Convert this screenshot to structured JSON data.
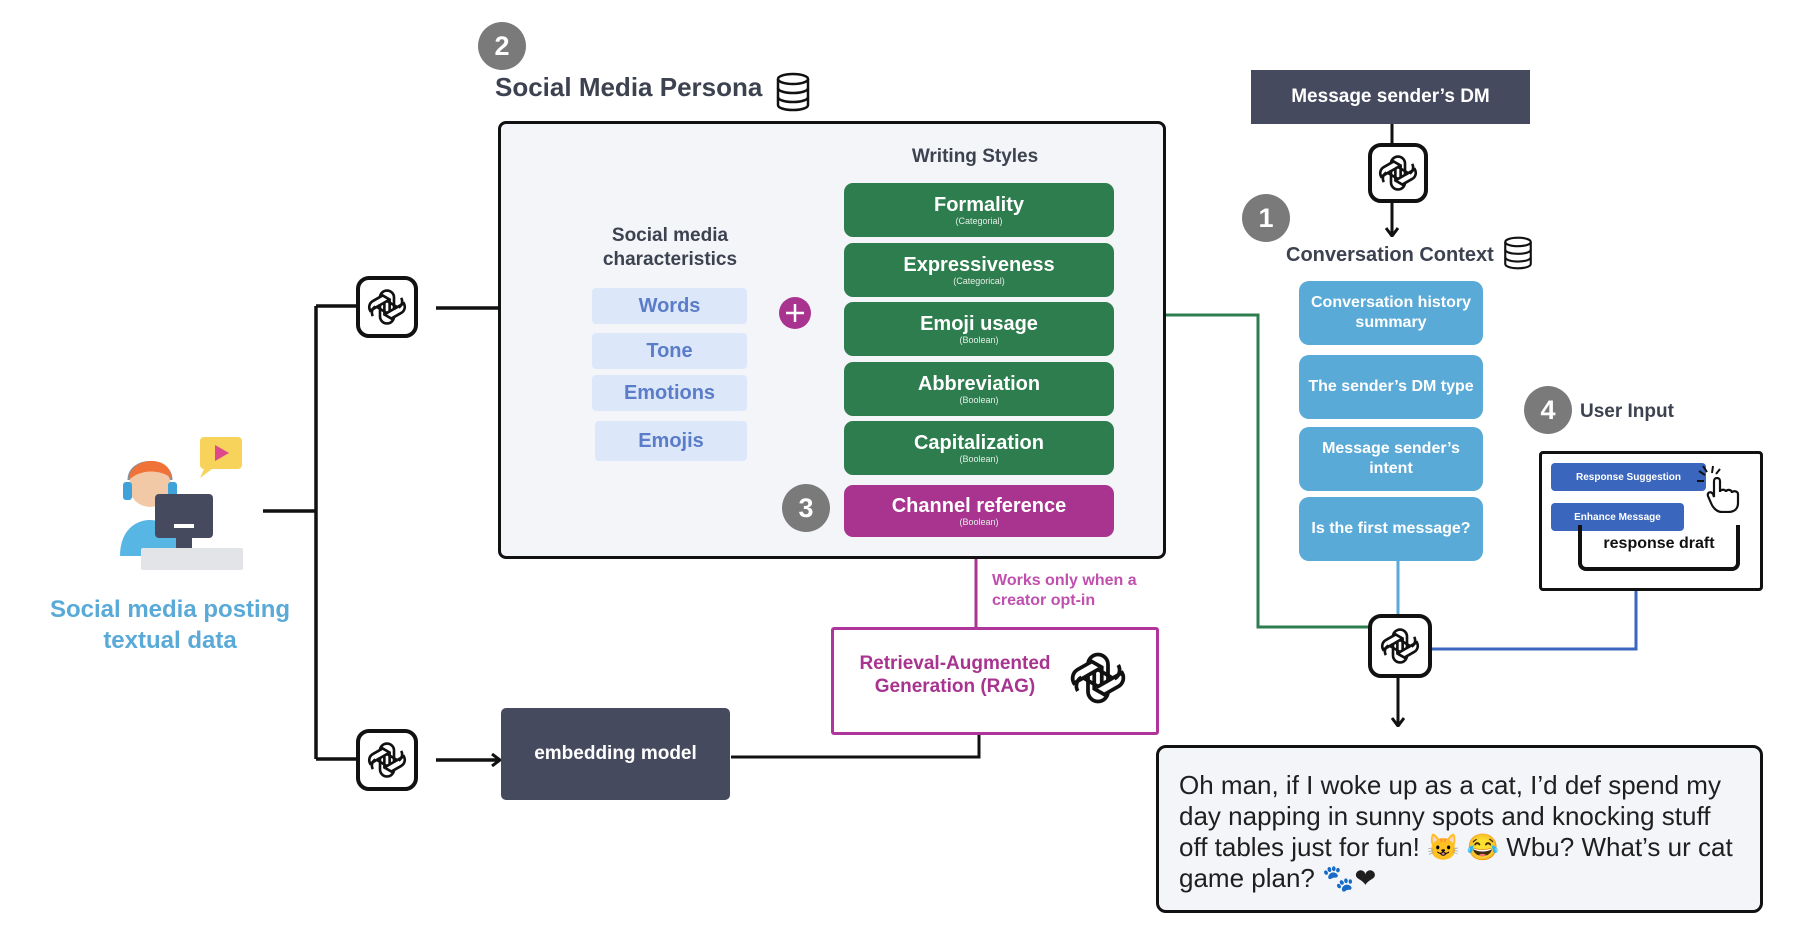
{
  "persona": {
    "number": "2",
    "title": "Social Media Persona",
    "characteristics_title": "Social media\ncharacteristics",
    "characteristics": [
      "Words",
      "Tone",
      "Emotions",
      "Emojis"
    ],
    "styles_title": "Writing Styles",
    "styles": [
      {
        "label": "Formality",
        "type": "(Categorial)"
      },
      {
        "label": "Expressiveness",
        "type": "(Categorical)"
      },
      {
        "label": "Emoji usage",
        "type": "(Boolean)"
      },
      {
        "label": "Abbreviation",
        "type": "(Boolean)"
      },
      {
        "label": "Capitalization",
        "type": "(Boolean)"
      }
    ],
    "channel": {
      "number": "3",
      "label": "Channel reference",
      "type": "(Boolean)"
    }
  },
  "source": {
    "label": "Social media posting\ntextual data"
  },
  "rag": {
    "note": "Works only when a\ncreator opt-in",
    "label": "Retrieval-Augmented\nGeneration (RAG)"
  },
  "embedding": {
    "label": "embedding model"
  },
  "dm": {
    "label": "Message sender’s DM"
  },
  "context": {
    "number": "1",
    "title": "Conversation Context",
    "items": [
      "Conversation history\nsummary",
      "The sender’s DM type",
      "Message sender’s intent",
      "Is the first message?"
    ]
  },
  "user_input": {
    "number": "4",
    "title": "User Input",
    "response_suggestion": "Response Suggestion",
    "enhance_message": "Enhance Message",
    "draft": "response draft"
  },
  "output": {
    "text": "Oh man, if I woke up as a cat, I’d def spend my day napping in sunny spots and knocking stuff off tables just for fun! 😺 😂 Wbu? What’s ur cat game plan? 🐾❤"
  },
  "colors": {
    "style_green": "#2e7d4e",
    "channel_magenta": "#a8348f",
    "context_blue": "#5aaad8",
    "characteristic_bg": "#dce8fa",
    "dark_box": "#464a5e",
    "badge_gray": "#7a7a7a",
    "user_input_blue": "#3a66bd"
  },
  "icons": [
    "openai-icon",
    "database-icon",
    "plus-circle-icon",
    "hand-pointer-icon",
    "person-at-computer-icon",
    "play-bubble-icon"
  ]
}
